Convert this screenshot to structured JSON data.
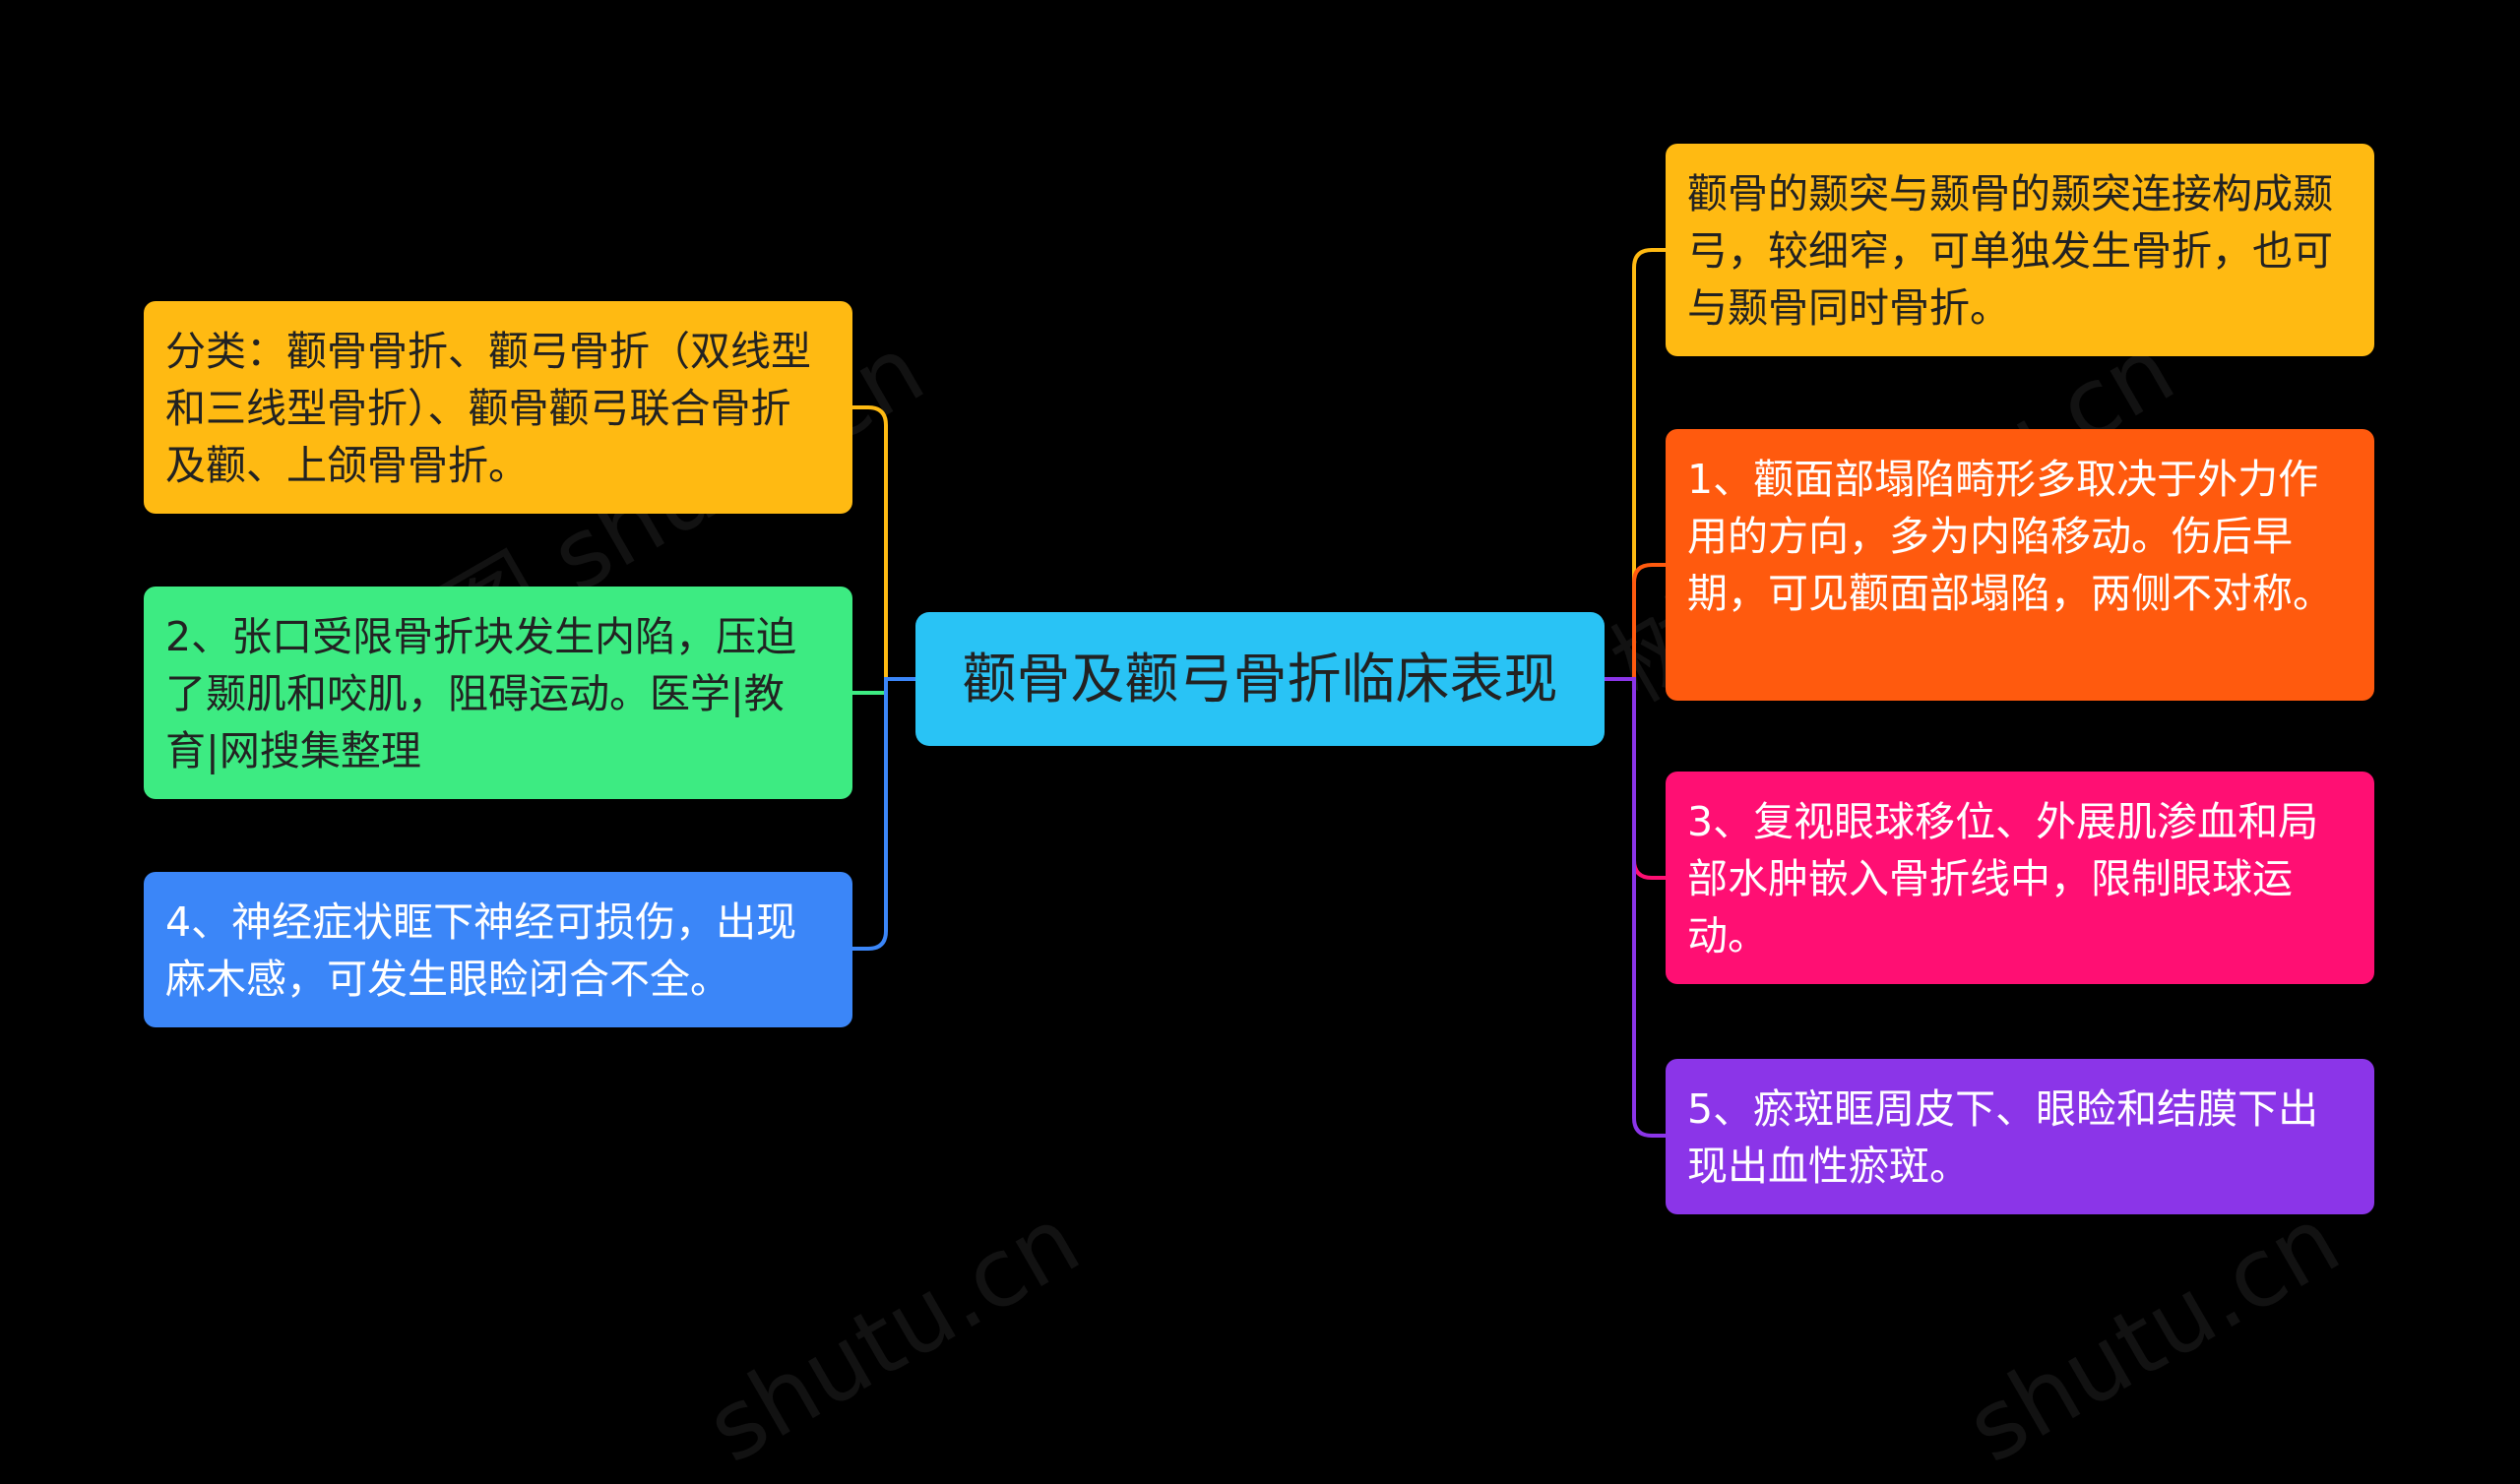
{
  "title": "颧骨及颧弓骨折临床表现",
  "colors": {
    "background": "#000000",
    "center": "#29C3F5",
    "yellow": "#FFBA12",
    "orange": "#FF5A0E",
    "pink": "#FF0F73",
    "purple": "#8B35E8",
    "green": "#3DEB82",
    "blue": "#3B86F8",
    "dark_text": "#222222",
    "light_text": "#FFFFFF"
  },
  "left_nodes": [
    {
      "text": "分类：颧骨骨折、颧弓骨折（双线型和三线型骨折）、颧骨颧弓联合骨折及颧、上颌骨骨折。",
      "color": "yellow"
    },
    {
      "text": "2、张口受限骨折块发生内陷，压迫了颞肌和咬肌，阻碍运动。医学|教育|网搜集整理",
      "color": "green"
    },
    {
      "text": "4、神经症状眶下神经可损伤，出现麻木感，可发生眼睑闭合不全。",
      "color": "blue"
    }
  ],
  "right_nodes": [
    {
      "text": "颧骨的颞突与颞骨的颞突连接构成颞弓，较细窄，可单独发生骨折，也可与颞骨同时骨折。",
      "color": "yellow"
    },
    {
      "text": "1、颧面部塌陷畸形多取决于外力作用的方向，多为内陷移动。伤后早期，可见颧面部塌陷，两侧不对称。",
      "color": "orange"
    },
    {
      "text": "3、复视眼球移位、外展肌渗血和局部水肿嵌入骨折线中，限制眼球运动。",
      "color": "pink"
    },
    {
      "text": "5、瘀斑眶周皮下、眼睑和结膜下出现出血性瘀斑。",
      "color": "purple"
    }
  ],
  "watermarks": [
    "树图 shutu.cn",
    "树图 shutu.cn",
    "shutu.cn",
    "shutu.cn"
  ]
}
